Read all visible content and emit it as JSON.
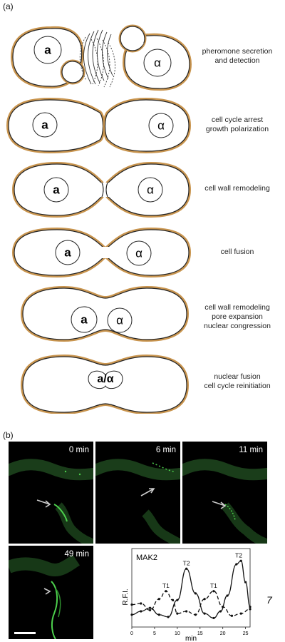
{
  "panel_a": {
    "label": "(a)",
    "steps": [
      {
        "nuclei": [
          "a",
          "α"
        ],
        "caption": [
          "pheromone secretion",
          "and detection"
        ]
      },
      {
        "nuclei": [
          "a",
          "α"
        ],
        "caption": [
          "cell cycle arrest",
          "growth polarization"
        ]
      },
      {
        "nuclei": [
          "a",
          "α"
        ],
        "caption": [
          "cell wall remodeling"
        ]
      },
      {
        "nuclei": [
          "a",
          "α"
        ],
        "caption": [
          "cell fusion"
        ]
      },
      {
        "nuclei": [
          "a",
          "α"
        ],
        "caption": [
          "cell wall remodeling",
          "pore expansion",
          "nuclear congression"
        ]
      },
      {
        "nuclei": [
          "a/α"
        ],
        "caption": [
          "nuclear fusion",
          "cell cycle reinitiation"
        ]
      }
    ]
  },
  "panel_b": {
    "label": "(b)",
    "frames": [
      {
        "time": "0 min"
      },
      {
        "time": "6 min"
      },
      {
        "time": "11 min"
      },
      {
        "time": "49 min"
      }
    ],
    "side_number": "7"
  },
  "colors": {
    "cell_wall": "#c9954f",
    "membrane": "#222222",
    "fluorescence": "#4ccf4c"
  },
  "chart_data": {
    "type": "line",
    "title": "MAK2",
    "xlabel": "min",
    "ylabel": "R.F.I.",
    "xlim": [
      0,
      26
    ],
    "ylim": [
      0,
      7
    ],
    "xticks": [
      0,
      5,
      10,
      15,
      20,
      25
    ],
    "grid": false,
    "series": [
      {
        "style": "solid",
        "x": [
          0,
          2,
          4,
          6,
          8,
          10,
          12,
          14,
          16,
          18,
          19.5,
          21,
          23,
          24,
          25,
          26
        ],
        "values": [
          1.1,
          1.4,
          1.7,
          1.1,
          0.9,
          2.4,
          5.2,
          3.0,
          1.2,
          0.8,
          1.4,
          2.8,
          5.6,
          5.9,
          4.0,
          1.8
        ]
      },
      {
        "style": "dashed",
        "x": [
          0,
          2,
          4,
          6,
          7.5,
          9,
          10,
          12,
          14,
          16,
          18,
          20,
          22,
          24,
          26
        ],
        "values": [
          2.0,
          2.1,
          1.5,
          2.5,
          3.2,
          2.4,
          1.2,
          1.4,
          1.1,
          2.5,
          3.2,
          1.8,
          1.0,
          1.2,
          1.6
        ]
      }
    ],
    "annotations": [
      {
        "text": "T1",
        "x": 7.5,
        "y": 3.3
      },
      {
        "text": "T2",
        "x": 12,
        "y": 5.3
      },
      {
        "text": "T1",
        "x": 18,
        "y": 3.3
      },
      {
        "text": "T2",
        "x": 23.5,
        "y": 6.0
      }
    ]
  }
}
